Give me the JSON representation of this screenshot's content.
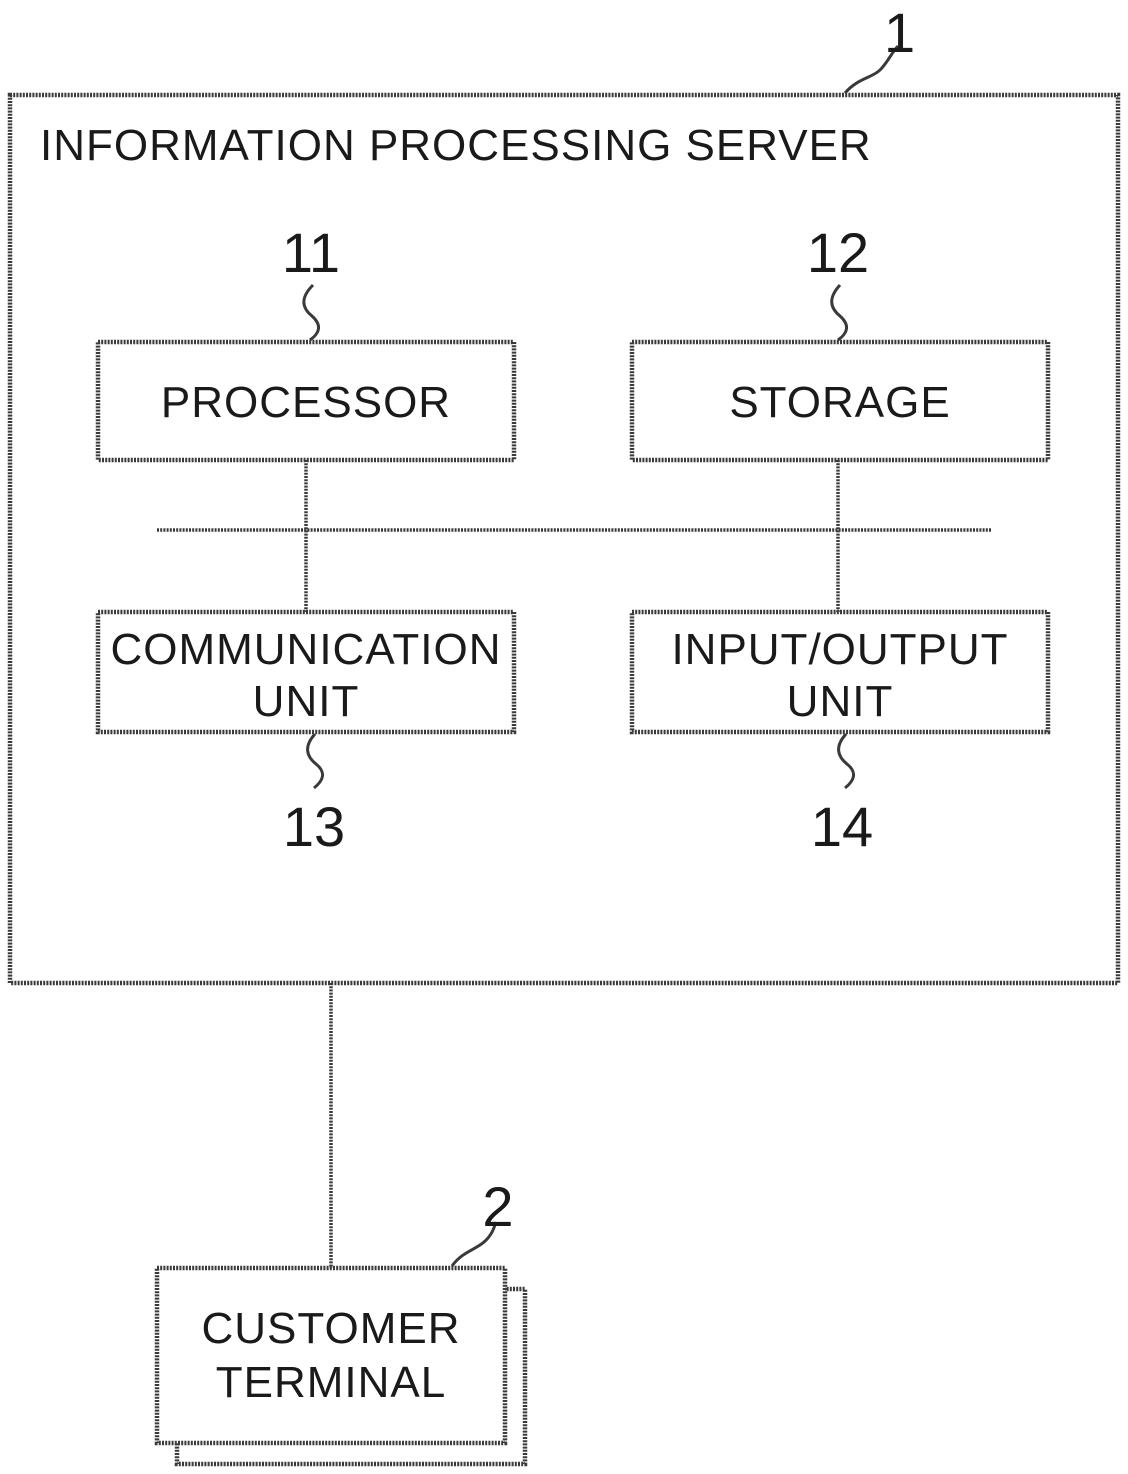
{
  "server": {
    "ref": "1",
    "title": "INFORMATION PROCESSING SERVER"
  },
  "processor": {
    "ref": "11",
    "label": "PROCESSOR"
  },
  "storage": {
    "ref": "12",
    "label": "STORAGE"
  },
  "communication_unit": {
    "ref": "13",
    "line1": "COMMUNICATION",
    "line2": "UNIT"
  },
  "io_unit": {
    "ref": "14",
    "line1": "INPUT/OUTPUT",
    "line2": "UNIT"
  },
  "customer_terminal": {
    "ref": "2",
    "line1": "CUSTOMER",
    "line2": "TERMINAL"
  }
}
